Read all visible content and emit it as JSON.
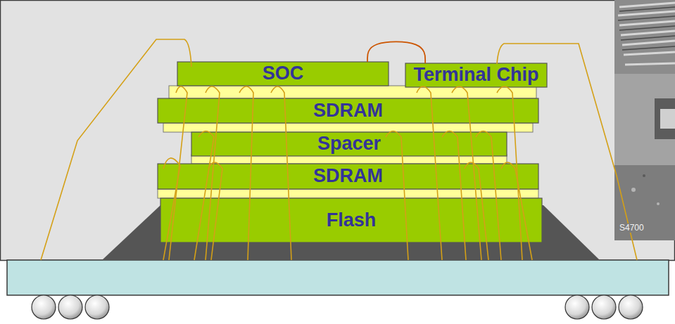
{
  "diagram": {
    "nodes": [
      {
        "text": [
          "SOC"
        ]
      },
      {
        "text": [
          "Terminal Chip"
        ]
      },
      {
        "text": [
          "SDRAM"
        ]
      },
      {
        "text": [
          "Spacer"
        ]
      },
      {
        "text": [
          "SDRAM"
        ]
      },
      {
        "text": [
          "Flash"
        ]
      }
    ],
    "edges": [
      {
        "from": 0,
        "to": 1,
        "arrow": "none"
      }
    ],
    "labels": [
      "S4700"
    ]
  }
}
